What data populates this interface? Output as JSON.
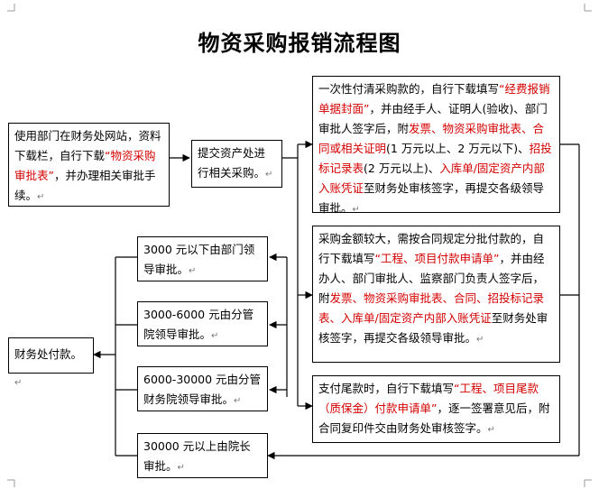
{
  "title": "物资采购报销流程图",
  "para_mark": "↵",
  "box_apply": {
    "parts": [
      {
        "t": "使用部门在财务处网站，资料下载栏，自行下载",
        "red": false
      },
      {
        "t": "“物资采购审批表”",
        "red": true
      },
      {
        "t": "，并办理相关审批手续。",
        "red": false
      }
    ]
  },
  "box_submit": {
    "parts": [
      {
        "t": "提交资产处进行相关采购。",
        "red": false
      }
    ]
  },
  "box_one_time": {
    "parts": [
      {
        "t": "一次性付清采购款的，自行下载填写",
        "red": false
      },
      {
        "t": "“经费报销单据封面”",
        "red": true
      },
      {
        "t": "，并由经手人、证明人(验收)、部门审批人签字后，附",
        "red": false
      },
      {
        "t": "发票、物资采购审批表、合同或相关证明",
        "red": true
      },
      {
        "t": "(1 万元以上、2 万元以下)、",
        "red": false
      },
      {
        "t": "招投标记录表",
        "red": true
      },
      {
        "t": "(2 万元以上)、",
        "red": false
      },
      {
        "t": "入库单/固定资产内部入账凭证",
        "red": true
      },
      {
        "t": "至财务处审核签字，再提交各级领导审批。",
        "red": false
      }
    ]
  },
  "box_installment": {
    "parts": [
      {
        "t": "采购金额较大，需按合同规定分批付款的，自行下载填写",
        "red": false
      },
      {
        "t": "“工程、项目付款申请单”",
        "red": true
      },
      {
        "t": "，并由经办人、部门审批人、监察部门负责人签字后，附",
        "red": false
      },
      {
        "t": "发票、物资采购审批表、合同、招投标记录表、入库单/固定资产内部入账凭证",
        "red": true
      },
      {
        "t": "至财务处审核签字，再提交各级领导审批。",
        "red": false
      }
    ]
  },
  "box_final": {
    "parts": [
      {
        "t": "支付尾款时，自行下载填写",
        "red": false
      },
      {
        "t": "“工程、项目尾款（质保金）付款申请单”",
        "red": true
      },
      {
        "t": "，逐一签署意见后，附合同复印件交由财务处审核签字。",
        "red": false
      }
    ]
  },
  "approvals": [
    {
      "t": "3000 元以下由部门领导审批。"
    },
    {
      "t": "3000-6000 元由分管院领导审批。"
    },
    {
      "t": "6000-30000 元由分管财务院领导审批。"
    },
    {
      "t": "30000 元以上由院长审批。"
    }
  ],
  "box_payment": {
    "t": "财务处付款。"
  }
}
